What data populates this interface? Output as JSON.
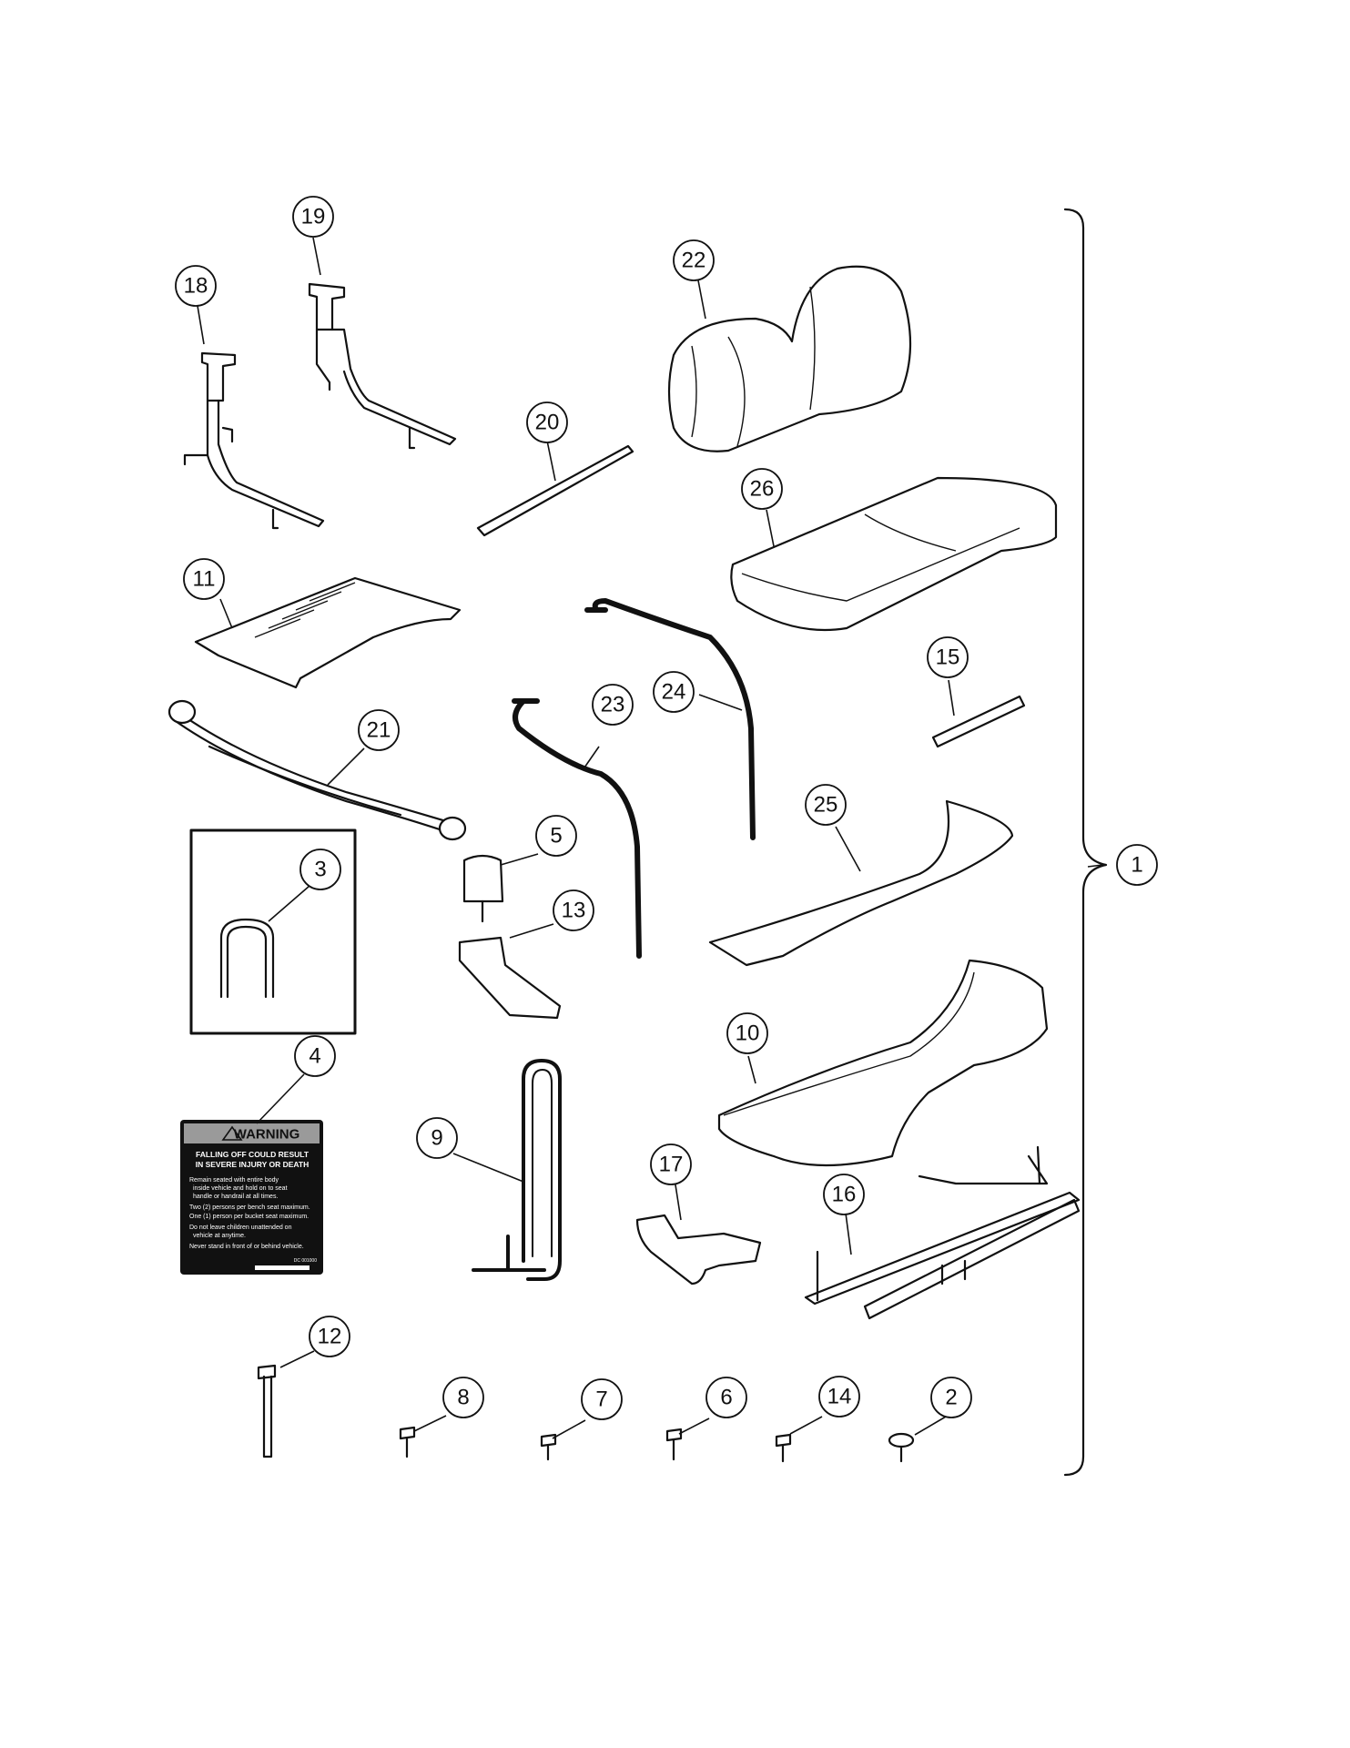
{
  "callouts": [
    {
      "id": "1",
      "label": "1"
    },
    {
      "id": "2",
      "label": "2"
    },
    {
      "id": "3",
      "label": "3"
    },
    {
      "id": "4",
      "label": "4"
    },
    {
      "id": "5",
      "label": "5"
    },
    {
      "id": "6",
      "label": "6"
    },
    {
      "id": "7",
      "label": "7"
    },
    {
      "id": "8",
      "label": "8"
    },
    {
      "id": "9",
      "label": "9"
    },
    {
      "id": "10",
      "label": "10"
    },
    {
      "id": "11",
      "label": "11"
    },
    {
      "id": "12",
      "label": "12"
    },
    {
      "id": "13",
      "label": "13"
    },
    {
      "id": "14",
      "label": "14"
    },
    {
      "id": "15",
      "label": "15"
    },
    {
      "id": "16",
      "label": "16"
    },
    {
      "id": "17",
      "label": "17"
    },
    {
      "id": "18",
      "label": "18"
    },
    {
      "id": "19",
      "label": "19"
    },
    {
      "id": "20",
      "label": "20"
    },
    {
      "id": "21",
      "label": "21"
    },
    {
      "id": "22",
      "label": "22"
    },
    {
      "id": "23",
      "label": "23"
    },
    {
      "id": "24",
      "label": "24"
    },
    {
      "id": "25",
      "label": "25"
    },
    {
      "id": "26",
      "label": "26"
    }
  ],
  "warning_label": {
    "header": "WARNING",
    "headline_1": "FALLING OFF COULD RESULT",
    "headline_2": "IN SEVERE INJURY OR DEATH",
    "bullets": [
      "Remain seated with entire body",
      "inside vehicle and hold on to seat",
      "handle or handrail at all times.",
      "Two (2) persons per bench seat maximum.",
      "One (1) person per bucket seat maximum.",
      "Do not leave children unattended on",
      "vehicle at anytime.",
      "Never stand in front of or behind vehicle."
    ],
    "part_number": "DC 001000"
  }
}
